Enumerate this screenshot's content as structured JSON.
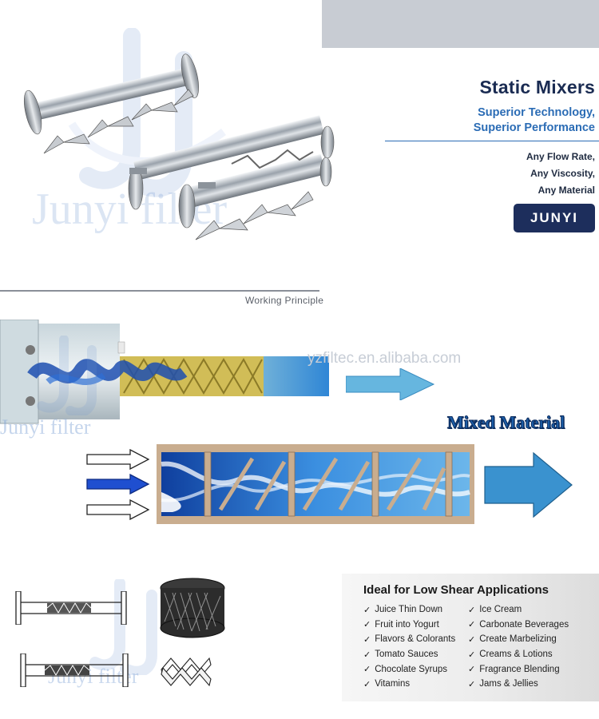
{
  "hero": {
    "title": "Static Mixers",
    "subtitle_line1": "Superior Technology,",
    "subtitle_line2": "Superior Performance",
    "features": [
      "Any Flow Rate,",
      "Any Viscosity,",
      "Any Material"
    ],
    "brand_button": "JUNYI"
  },
  "watermarks": {
    "hero": "Junyi filter",
    "section": "Junyi filter",
    "bottom": "Junyi filter",
    "site": "yzfiltec.en.alibaba.com"
  },
  "working_principle": {
    "label": "Working Principle",
    "result_label": "Mixed Material"
  },
  "applications": {
    "title": "Ideal for Low Shear Applications",
    "left": [
      "Juice Thin Down",
      "Fruit into Yogurt",
      "Flavors & Colorants",
      "Tomato Sauces",
      "Chocolate Syrups",
      "Vitamins"
    ],
    "right": [
      "Ice Cream",
      "Carbonate Beverages",
      "Create Marbelizing",
      "Creams & Lotions",
      "Fragrance Blending",
      "Jams & Jellies"
    ]
  },
  "colors": {
    "navy": "#1d2e5c",
    "accent_blue": "#2b6cb5",
    "arrow_blue": "#5aaad6",
    "fluid_blue": "#1f6fd1",
    "grey_band": "#c8ccd3"
  },
  "icons": [
    "check-icon",
    "arrow-right-icon"
  ]
}
